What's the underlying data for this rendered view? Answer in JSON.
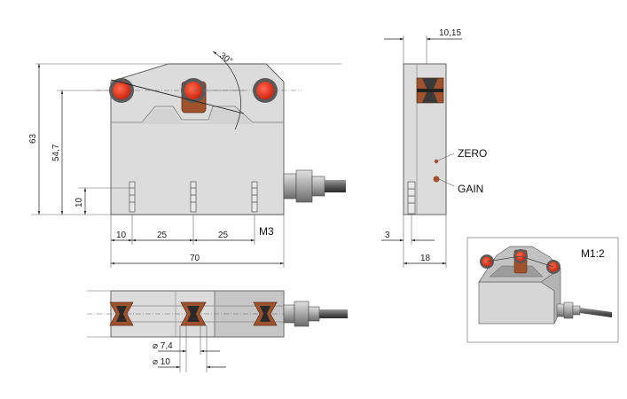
{
  "dimensions": {
    "height_total": "63",
    "height_inner": "54,7",
    "height_low": "10",
    "angle": "30°",
    "pitch_1": "10",
    "pitch_2": "25",
    "pitch_3": "25",
    "thread": "M3",
    "width_total": "70",
    "side_top": "10,15",
    "side_bottom_small": "3",
    "side_bottom": "18",
    "dia_inner": "⌀ 7,4",
    "dia_outer": "⌀ 10"
  },
  "labels": {
    "zero": "ZERO",
    "gain": "GAIN",
    "scale": "M1:2"
  },
  "colors": {
    "body": "#dcdcdc",
    "body_edge": "#555555",
    "roller": "#e8331c",
    "roller_ring": "#5a5a5a",
    "bronze": "#a0522d",
    "cable": "#555555"
  }
}
